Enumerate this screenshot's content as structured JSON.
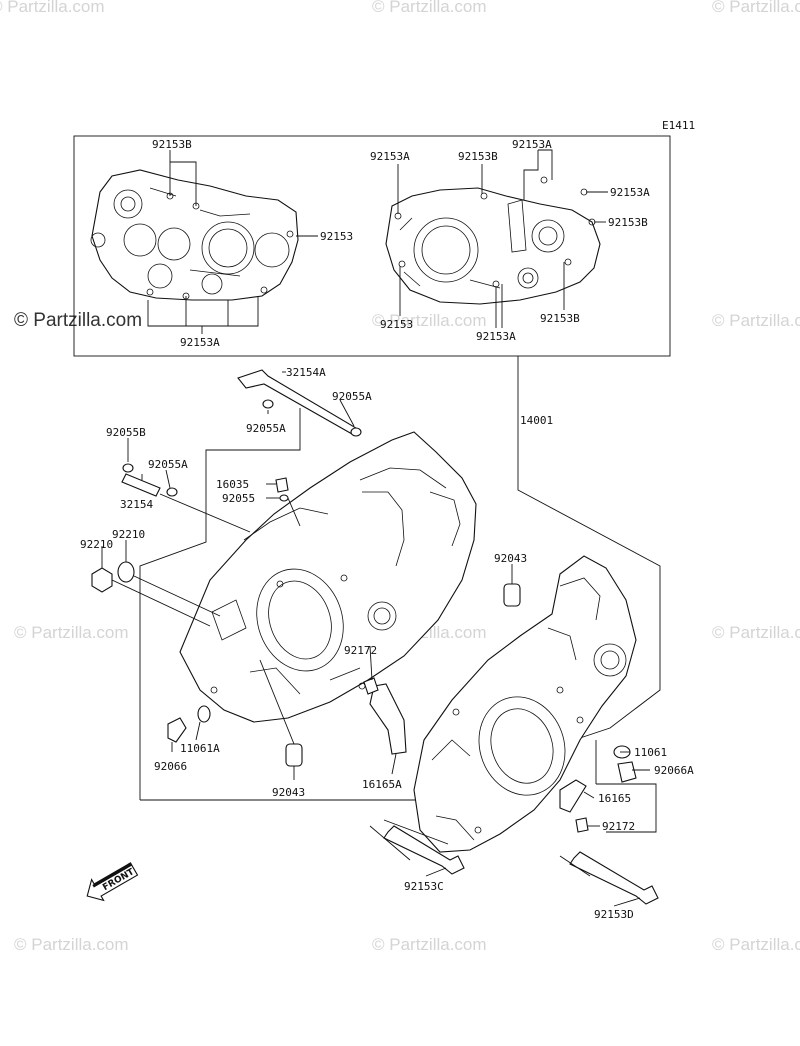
{
  "diagram_code": "E1411",
  "watermark": "© Partzilla.com",
  "front_arrow_label": "FRONT",
  "labels": {
    "l92153B_top_left": "92153B",
    "l92153_left": "92153",
    "l92153A_bottom_left": "92153A",
    "l92153A_top_mid": "92153A",
    "l92153B_top_mid": "92153B",
    "l92153A_top_right": "92153A",
    "l92153A_right": "92153A",
    "l92153B_right": "92153B",
    "l92153_bottom_mid": "92153",
    "l92153A_bottom_mid": "92153A",
    "l92153B_bottom_right": "92153B",
    "l32154A": "32154A",
    "l92055A_right": "92055A",
    "l92055A_left": "92055A",
    "l14001": "14001",
    "l92055B": "92055B",
    "l92055A_mid": "92055A",
    "l32154": "32154",
    "l16035": "16035",
    "l92055": "92055",
    "l92210_right": "92210",
    "l92210_left": "92210",
    "l92043_right": "92043",
    "l92172_mid": "92172",
    "l11061A": "11061A",
    "l92066": "92066",
    "l92043_bottom": "92043",
    "l16165A": "16165A",
    "l11061": "11061",
    "l92066A": "92066A",
    "l16165": "16165",
    "l92172_bottom": "92172",
    "l92153C": "92153C",
    "l92153D": "92153D"
  }
}
